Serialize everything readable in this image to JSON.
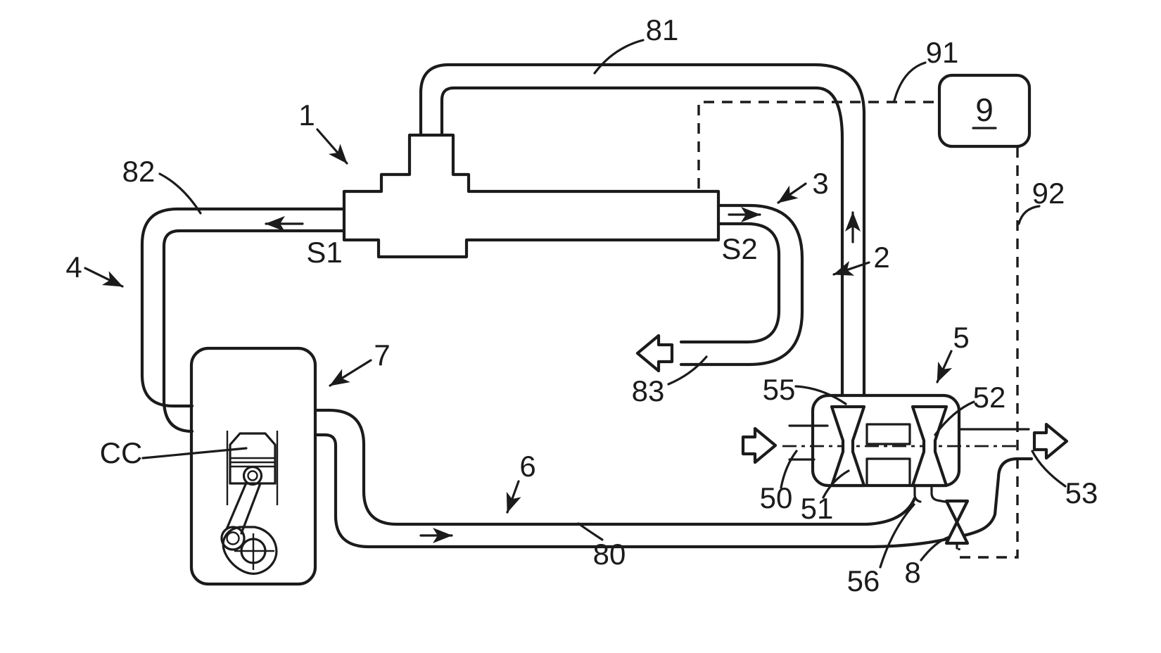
{
  "figure": {
    "type": "patent-schematic-engine-turbo-crankcase-ventilation",
    "colors": {
      "background": "#ffffff",
      "ink": "#1b1b1b"
    },
    "labels": {
      "ref1": "1",
      "ref2": "2",
      "ref3": "3",
      "ref4": "4",
      "ref5": "5",
      "ref6": "6",
      "ref7": "7",
      "ref8": "8",
      "ref9": "9",
      "ref50": "50",
      "ref51": "51",
      "ref52": "52",
      "ref53": "53",
      "ref55": "55",
      "ref56": "56",
      "ref80": "80",
      "ref81": "81",
      "ref82": "82",
      "ref83": "83",
      "ref91": "91",
      "ref92": "92",
      "refS1": "S1",
      "refS2": "S2",
      "refCC": "CC"
    }
  }
}
